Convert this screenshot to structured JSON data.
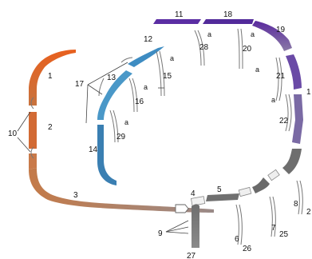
{
  "colors": {
    "orange": "#e8601e",
    "brown": "#b87a52",
    "blue_light": "#4a98c8",
    "blue_dark": "#2f73a6",
    "purple": "#5a2a9e",
    "purple_mid": "#7a63a8",
    "grey": "#6c6c6c",
    "light_grey": "#bdbdbd"
  },
  "labels": {
    "n1": "1",
    "n2": "2",
    "n3": "3",
    "n4": "4",
    "n5": "5",
    "n6": "6",
    "n7": "7",
    "n8": "8",
    "n9": "9",
    "n10": "10",
    "n11": "11",
    "n12": "12",
    "n13": "13",
    "n14": "14",
    "n15": "15",
    "n16": "16",
    "n17": "17",
    "n18": "18",
    "n19": "19",
    "n20": "20",
    "n21": "21",
    "n22": "22",
    "n25": "25",
    "n26": "26",
    "n27": "27",
    "n28": "28",
    "n29": "29",
    "a": "a",
    "partial_1": "1",
    "partial_2": "2"
  }
}
